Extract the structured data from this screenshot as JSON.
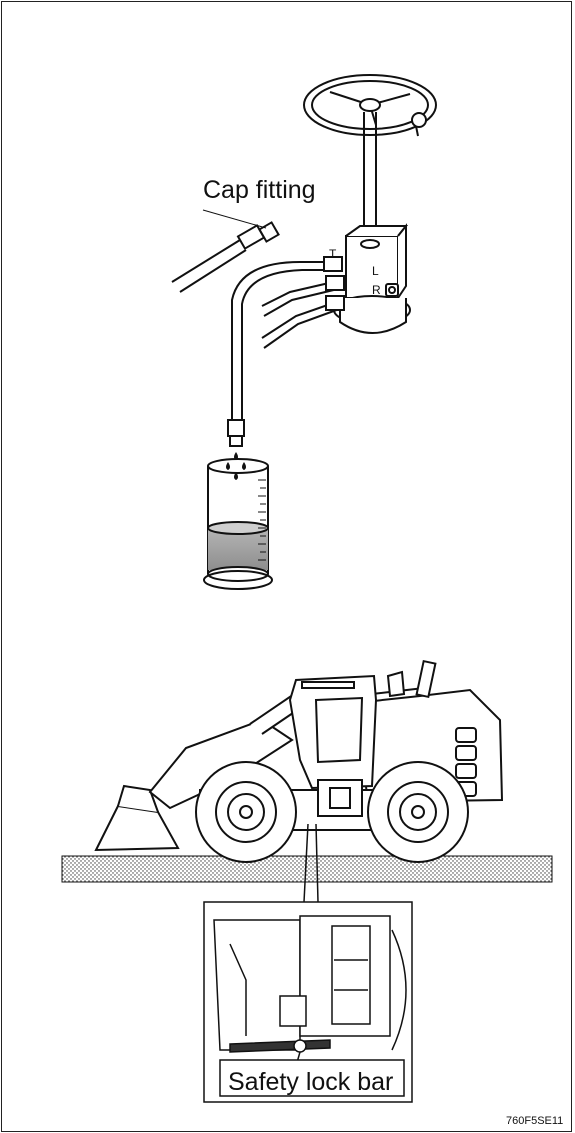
{
  "diagram": {
    "labels": {
      "cap_fitting": "Cap fitting",
      "safety_lock_bar": "Safety lock bar",
      "figure_code": "760F5SE11"
    },
    "ports": {
      "t": "T",
      "l": "L",
      "r": "R"
    }
  }
}
